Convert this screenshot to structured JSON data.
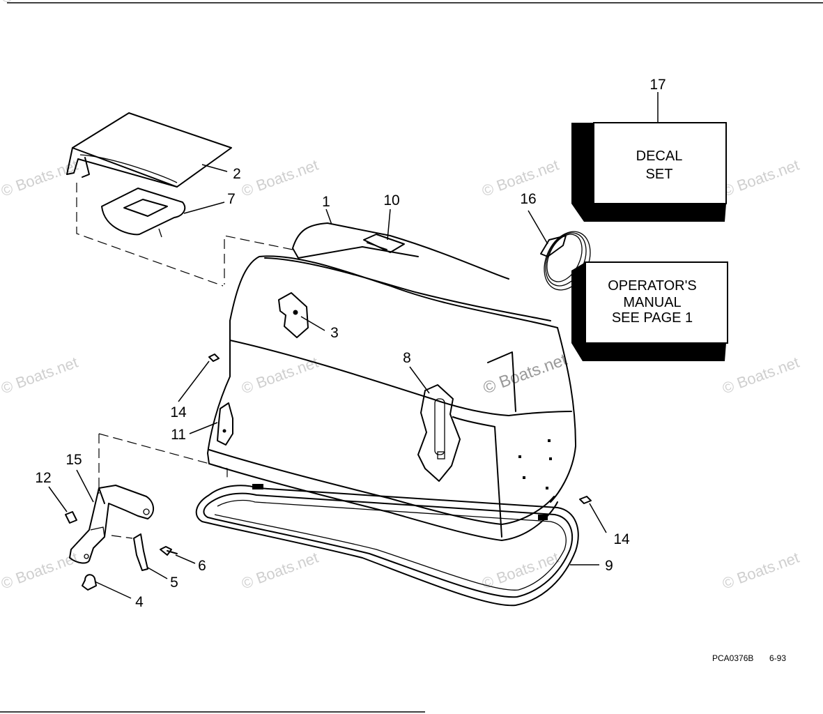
{
  "callouts": {
    "c1": "1",
    "c2": "2",
    "c3": "3",
    "c4": "4",
    "c5": "5",
    "c6": "6",
    "c7": "7",
    "c8": "8",
    "c9": "9",
    "c10": "10",
    "c11": "11",
    "c12": "12",
    "c14a": "14",
    "c14b": "14",
    "c15": "15",
    "c16": "16",
    "c17": "17"
  },
  "decal_box": {
    "line1": "DECAL",
    "line2": "SET"
  },
  "manual_box": {
    "line1": "OPERATOR'S",
    "line2": "MANUAL",
    "line3": "SEE PAGE 1"
  },
  "watermark": "© Boats.net",
  "footer": {
    "code": "PCA0376B",
    "date": "6-93"
  }
}
